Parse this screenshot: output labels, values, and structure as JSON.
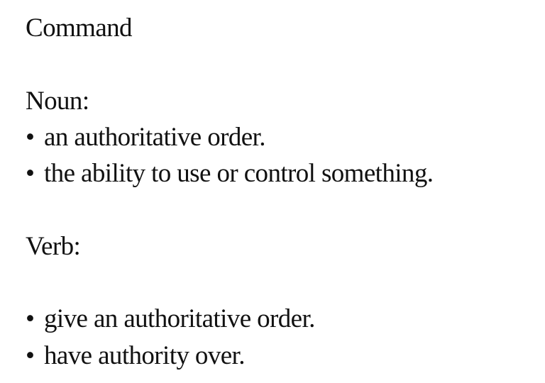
{
  "entry": {
    "word": "Command",
    "sections": [
      {
        "label": "Noun:",
        "definitions": [
          "an authoritative order.",
          "the ability to use or control something."
        ]
      },
      {
        "label": "Verb:",
        "definitions": [
          "give an authoritative order.",
          "have authority over."
        ]
      }
    ],
    "bullet_glyph": "•"
  }
}
